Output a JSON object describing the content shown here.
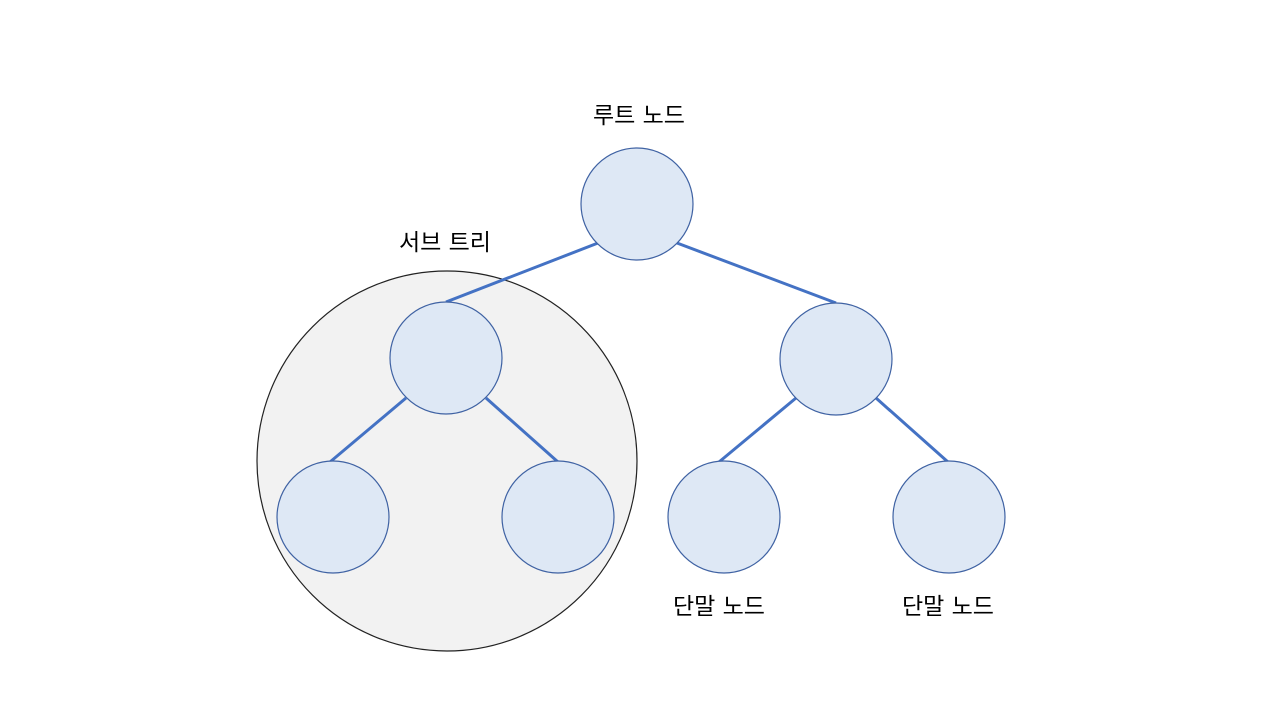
{
  "labels": {
    "root": "루트 노드",
    "subtree": "서브 트리",
    "leaf_1": "단말 노드",
    "leaf_2": "단말 노드"
  },
  "colors": {
    "background": "#ffffff",
    "node_fill": "#dee8f5",
    "node_stroke": "#3f62a3",
    "edge": "#4472c4",
    "subtree_fill": "#f2f2f2",
    "subtree_stroke": "#222222"
  }
}
